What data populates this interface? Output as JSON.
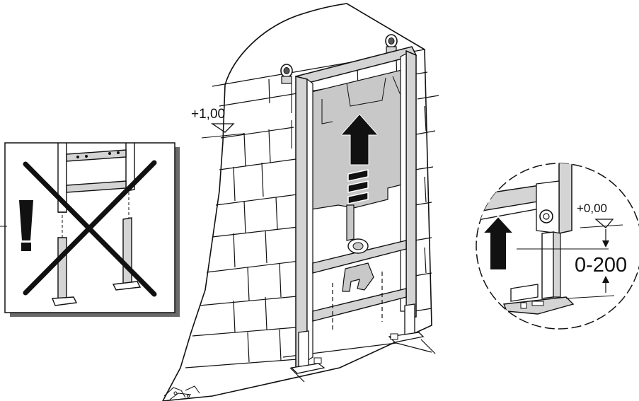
{
  "labels": {
    "top_level": "+1,00",
    "floor_level": "+0,00",
    "height_range": "0-200"
  },
  "icons": {
    "warning": "exclamation-mark-icon",
    "prohibited": "cross-out-icon",
    "raise_direction": "arrow-up-icon"
  },
  "colors": {
    "line": "#111111",
    "tank_fill": "#c8c8c8",
    "frame_fill": "#d4d4d4",
    "wall_fill": "#ffffff",
    "inset_shadow": "#6a6a6a"
  }
}
